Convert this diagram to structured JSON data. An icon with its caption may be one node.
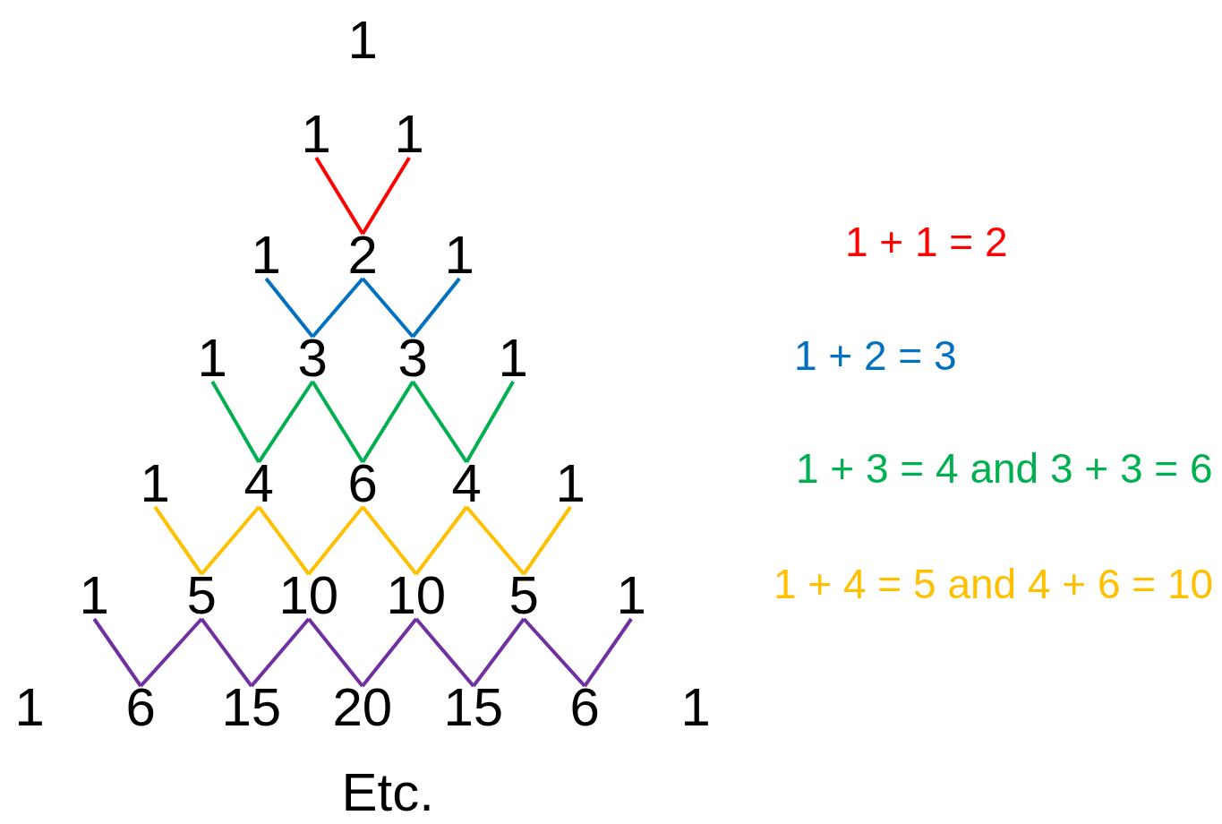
{
  "diagram": {
    "nodes": [
      {
        "text": [
          "1"
        ]
      },
      {
        "text": [
          "1"
        ]
      },
      {
        "text": [
          "1"
        ]
      },
      {
        "text": [
          "1"
        ]
      },
      {
        "text": [
          "2"
        ]
      },
      {
        "text": [
          "1"
        ]
      },
      {
        "text": [
          "1"
        ]
      },
      {
        "text": [
          "3"
        ]
      },
      {
        "text": [
          "3"
        ]
      },
      {
        "text": [
          "1"
        ]
      },
      {
        "text": [
          "1"
        ]
      },
      {
        "text": [
          "4"
        ]
      },
      {
        "text": [
          "6"
        ]
      },
      {
        "text": [
          "4"
        ]
      },
      {
        "text": [
          "1"
        ]
      },
      {
        "text": [
          "1"
        ]
      },
      {
        "text": [
          "5"
        ]
      },
      {
        "text": [
          "10"
        ]
      },
      {
        "text": [
          "10"
        ]
      },
      {
        "text": [
          "5"
        ]
      },
      {
        "text": [
          "1"
        ]
      },
      {
        "text": [
          "1"
        ]
      },
      {
        "text": [
          "6"
        ]
      },
      {
        "text": [
          "15"
        ]
      },
      {
        "text": [
          "20"
        ]
      },
      {
        "text": [
          "15"
        ]
      },
      {
        "text": [
          "6"
        ]
      },
      {
        "text": [
          "1"
        ]
      }
    ],
    "edges": [
      {
        "from": 1,
        "to": 4,
        "arrow": "none",
        "color": "#ff0000"
      },
      {
        "from": 2,
        "to": 4,
        "arrow": "none",
        "color": "#ff0000"
      },
      {
        "from": 3,
        "to": 7,
        "arrow": "none",
        "color": "#0070c0"
      },
      {
        "from": 4,
        "to": 7,
        "arrow": "none",
        "color": "#0070c0"
      },
      {
        "from": 4,
        "to": 8,
        "arrow": "none",
        "color": "#0070c0"
      },
      {
        "from": 5,
        "to": 8,
        "arrow": "none",
        "color": "#0070c0"
      },
      {
        "from": 6,
        "to": 11,
        "arrow": "none",
        "color": "#00b050"
      },
      {
        "from": 7,
        "to": 11,
        "arrow": "none",
        "color": "#00b050"
      },
      {
        "from": 7,
        "to": 12,
        "arrow": "none",
        "color": "#00b050"
      },
      {
        "from": 8,
        "to": 12,
        "arrow": "none",
        "color": "#00b050"
      },
      {
        "from": 8,
        "to": 13,
        "arrow": "none",
        "color": "#00b050"
      },
      {
        "from": 9,
        "to": 13,
        "arrow": "none",
        "color": "#00b050"
      },
      {
        "from": 10,
        "to": 16,
        "arrow": "none",
        "color": "#ffc000"
      },
      {
        "from": 11,
        "to": 16,
        "arrow": "none",
        "color": "#ffc000"
      },
      {
        "from": 11,
        "to": 17,
        "arrow": "none",
        "color": "#ffc000"
      },
      {
        "from": 12,
        "to": 17,
        "arrow": "none",
        "color": "#ffc000"
      },
      {
        "from": 12,
        "to": 18,
        "arrow": "none",
        "color": "#ffc000"
      },
      {
        "from": 13,
        "to": 18,
        "arrow": "none",
        "color": "#ffc000"
      },
      {
        "from": 13,
        "to": 19,
        "arrow": "none",
        "color": "#ffc000"
      },
      {
        "from": 14,
        "to": 19,
        "arrow": "none",
        "color": "#ffc000"
      },
      {
        "from": 15,
        "to": 22,
        "arrow": "none",
        "color": "#7030a0"
      },
      {
        "from": 16,
        "to": 22,
        "arrow": "none",
        "color": "#7030a0"
      },
      {
        "from": 16,
        "to": 23,
        "arrow": "none",
        "color": "#7030a0"
      },
      {
        "from": 17,
        "to": 23,
        "arrow": "none",
        "color": "#7030a0"
      },
      {
        "from": 17,
        "to": 24,
        "arrow": "none",
        "color": "#7030a0"
      },
      {
        "from": 18,
        "to": 24,
        "arrow": "none",
        "color": "#7030a0"
      },
      {
        "from": 18,
        "to": 25,
        "arrow": "none",
        "color": "#7030a0"
      },
      {
        "from": 19,
        "to": 25,
        "arrow": "none",
        "color": "#7030a0"
      },
      {
        "from": 19,
        "to": 26,
        "arrow": "none",
        "color": "#7030a0"
      },
      {
        "from": 20,
        "to": 26,
        "arrow": "none",
        "color": "#7030a0"
      }
    ],
    "labels": [
      "1 + 1 = 2",
      "1 + 2 = 3",
      "1 + 3 = 4 and 3 + 3 = 6",
      "1 + 4 = 5 and 4 + 6 = 10",
      "Etc."
    ]
  }
}
